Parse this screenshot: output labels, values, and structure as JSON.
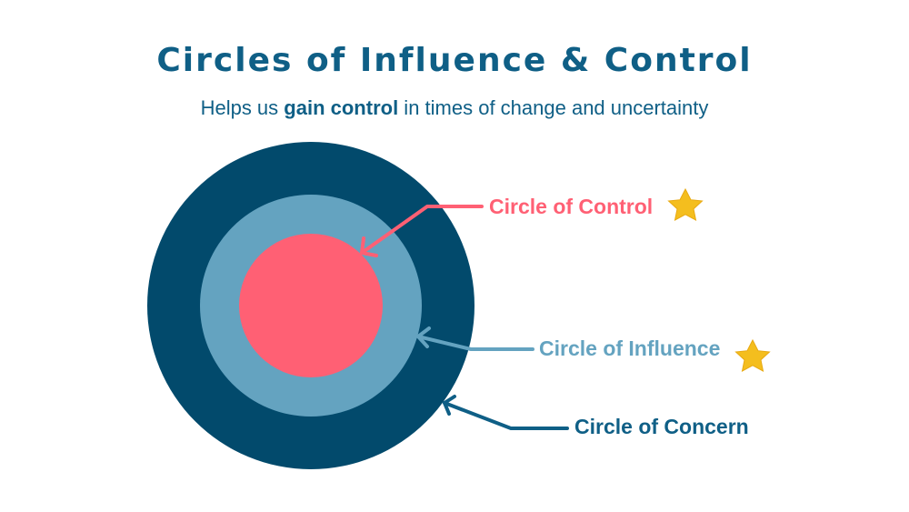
{
  "title": "Circles of Influence & Control",
  "subtitle": {
    "before": "Helps us ",
    "bold": "gain control",
    "after": " in times of change and uncertainty"
  },
  "colors": {
    "concern": "#024a6c",
    "influence": "#64a3c0",
    "control": "#ff6074",
    "star": "#f4be1e",
    "title": "#0f5f86"
  },
  "circles": [
    {
      "id": "concern",
      "label": "Circle of Concern",
      "starred": false
    },
    {
      "id": "influence",
      "label": "Circle of Influence",
      "starred": true
    },
    {
      "id": "control",
      "label": "Circle of Control",
      "starred": true
    }
  ]
}
